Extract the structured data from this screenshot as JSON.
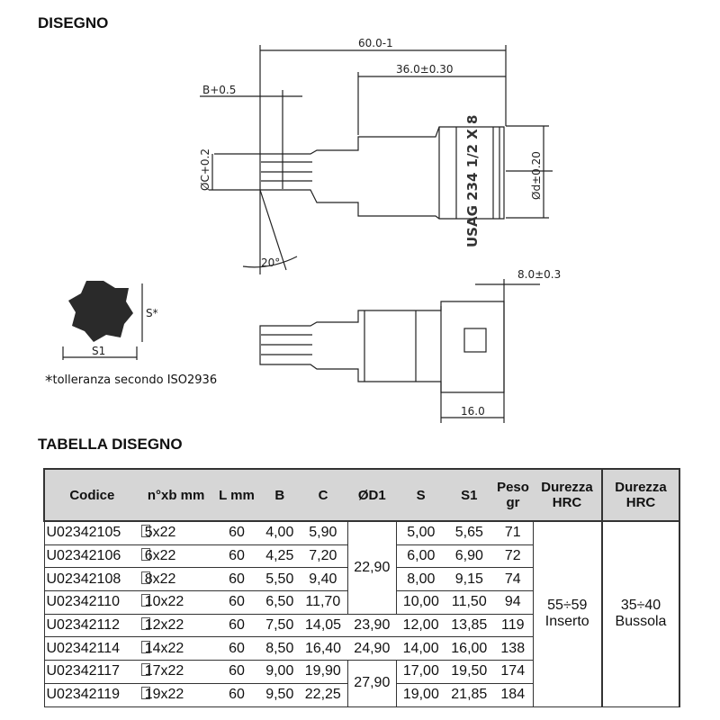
{
  "headings": {
    "drawing": "DISEGNO",
    "table": "TABELLA DISEGNO"
  },
  "drawing": {
    "dim_length": "60.0-1",
    "dim_shank": "36.0±0.30",
    "dim_b": "B+0.5",
    "dim_c": "ØC+0.2",
    "dim_d": "Ød±0.20",
    "dim_angle": "20°",
    "dim_square": "8.0±0.3",
    "dim_16": "16.0",
    "marking": "USAG 234 1/2 X 8",
    "label_s": "S*",
    "label_s1": "S1",
    "note_star": "*",
    "note": "tolleranza secondo ISO2936"
  },
  "table": {
    "headers": [
      "Codice",
      "n°xb mm",
      "L mm",
      "B",
      "C",
      "ØD1",
      "S",
      "S1",
      "Peso gr",
      "Durezza HRC",
      "Durezza HRC"
    ],
    "rows": [
      {
        "codice": "U02342105",
        "nxb": "5x22",
        "l": "60",
        "b": "4,00",
        "c": "5,90",
        "s": "5,00",
        "s1": "5,65",
        "peso": "71"
      },
      {
        "codice": "U02342106",
        "nxb": "6x22",
        "l": "60",
        "b": "4,25",
        "c": "7,20",
        "s": "6,00",
        "s1": "6,90",
        "peso": "72"
      },
      {
        "codice": "U02342108",
        "nxb": "8x22",
        "l": "60",
        "b": "5,50",
        "c": "9,40",
        "s": "8,00",
        "s1": "9,15",
        "peso": "74"
      },
      {
        "codice": "U02342110",
        "nxb": "10x22",
        "l": "60",
        "b": "6,50",
        "c": "11,70",
        "s": "10,00",
        "s1": "11,50",
        "peso": "94"
      },
      {
        "codice": "U02342112",
        "nxb": "12x22",
        "l": "60",
        "b": "7,50",
        "c": "14,05",
        "d1": "23,90",
        "s": "12,00",
        "s1": "13,85",
        "peso": "119"
      },
      {
        "codice": "U02342114",
        "nxb": "14x22",
        "l": "60",
        "b": "8,50",
        "c": "16,40",
        "d1": "24,90",
        "s": "14,00",
        "s1": "16,00",
        "peso": "138"
      },
      {
        "codice": "U02342117",
        "nxb": "17x22",
        "l": "60",
        "b": "9,00",
        "c": "19,90",
        "s": "17,00",
        "s1": "19,50",
        "peso": "174"
      },
      {
        "codice": "U02342119",
        "nxb": "19x22",
        "l": "60",
        "b": "9,50",
        "c": "22,25",
        "s": "19,00",
        "s1": "21,85",
        "peso": "184"
      }
    ],
    "d1_group1": "22,90",
    "d1_group2": "27,90",
    "hrc_insert": {
      "value": "55÷59",
      "label": "Inserto"
    },
    "hrc_socket": {
      "value": "35÷40",
      "label": "Bussola"
    }
  }
}
